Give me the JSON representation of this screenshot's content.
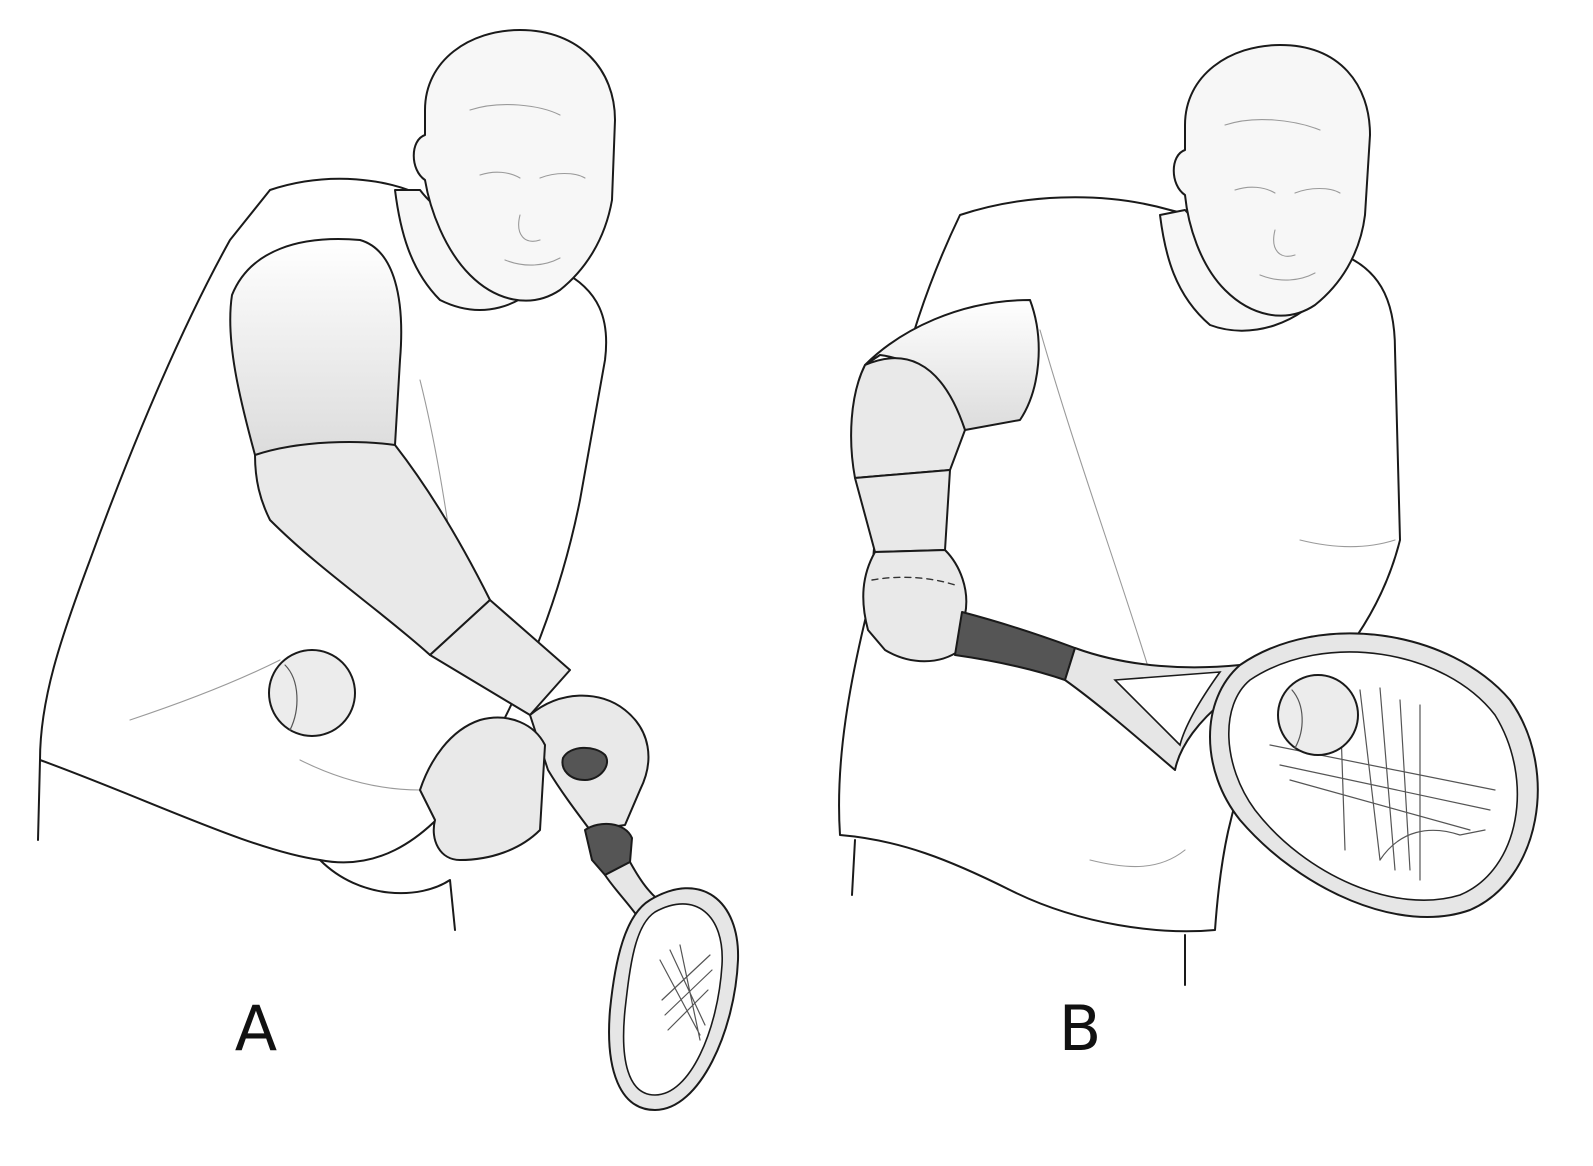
{
  "panels": [
    {
      "id": "A",
      "label": "A"
    },
    {
      "id": "B",
      "label": "B"
    }
  ],
  "colors": {
    "outline": "#1a1a1a",
    "grip": "#555555",
    "skin_fill": "#e9e9e9",
    "background": "#ffffff"
  }
}
